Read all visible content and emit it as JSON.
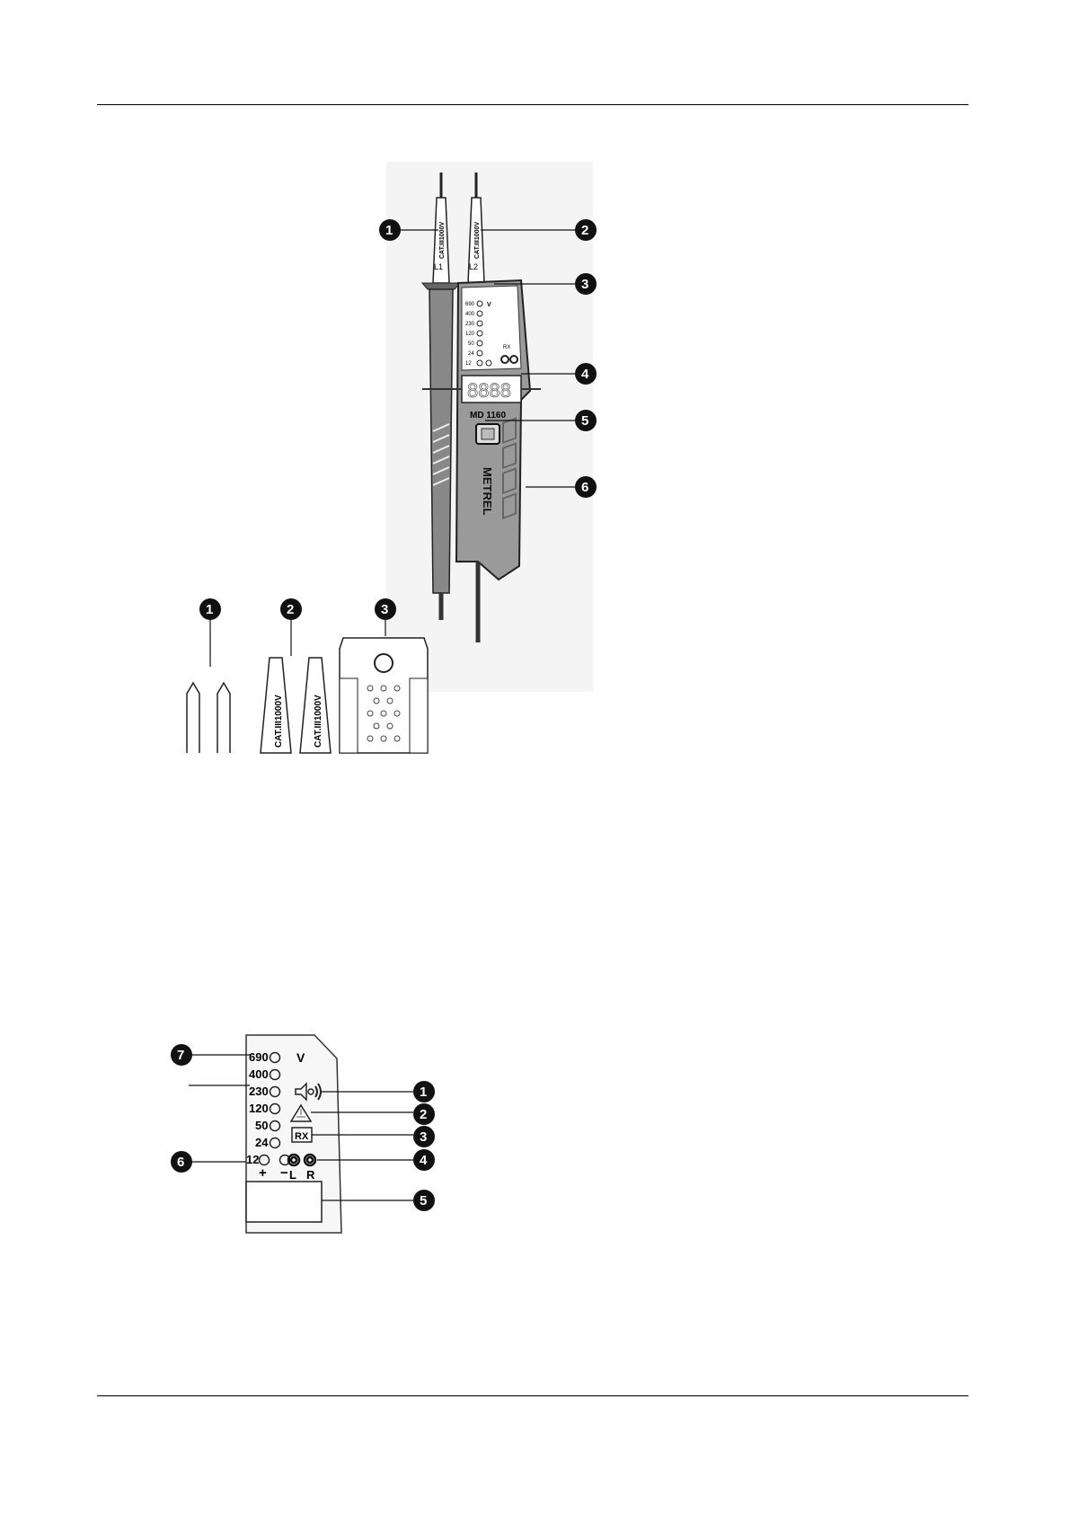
{
  "device": {
    "tip_rating_1": "CAT.III1000V",
    "tip_rating_2": "CAT.III1000V",
    "probe_label_1": "L1",
    "probe_label_2": "L2",
    "model": "MD 1160",
    "brand": "METREL",
    "lcd_digits": "8888",
    "volt_scale": [
      "690",
      "400",
      "230",
      "120",
      "50",
      "24",
      "12"
    ],
    "volt_unit": "V",
    "polarity_plus": "+",
    "polarity_minus": "−",
    "rx_label": "RX",
    "left_label": "L",
    "right_label": "R"
  },
  "figure1_callouts": [
    "1",
    "2",
    "3",
    "4",
    "5",
    "6"
  ],
  "accessories": {
    "callouts": [
      "1",
      "2",
      "3"
    ],
    "cap_rating_1": "CAT.III1000V",
    "cap_rating_2": "CAT.III1000V"
  },
  "panel": {
    "volt_scale": [
      "690",
      "400",
      "230",
      "120",
      "50",
      "24",
      "12"
    ],
    "volt_unit": "V",
    "polarity_plus": "+",
    "polarity_minus": "−",
    "rx_label": "RX",
    "left_label": "L",
    "right_label": "R",
    "callouts": [
      "1",
      "2",
      "3",
      "4",
      "5",
      "6",
      "7"
    ]
  }
}
